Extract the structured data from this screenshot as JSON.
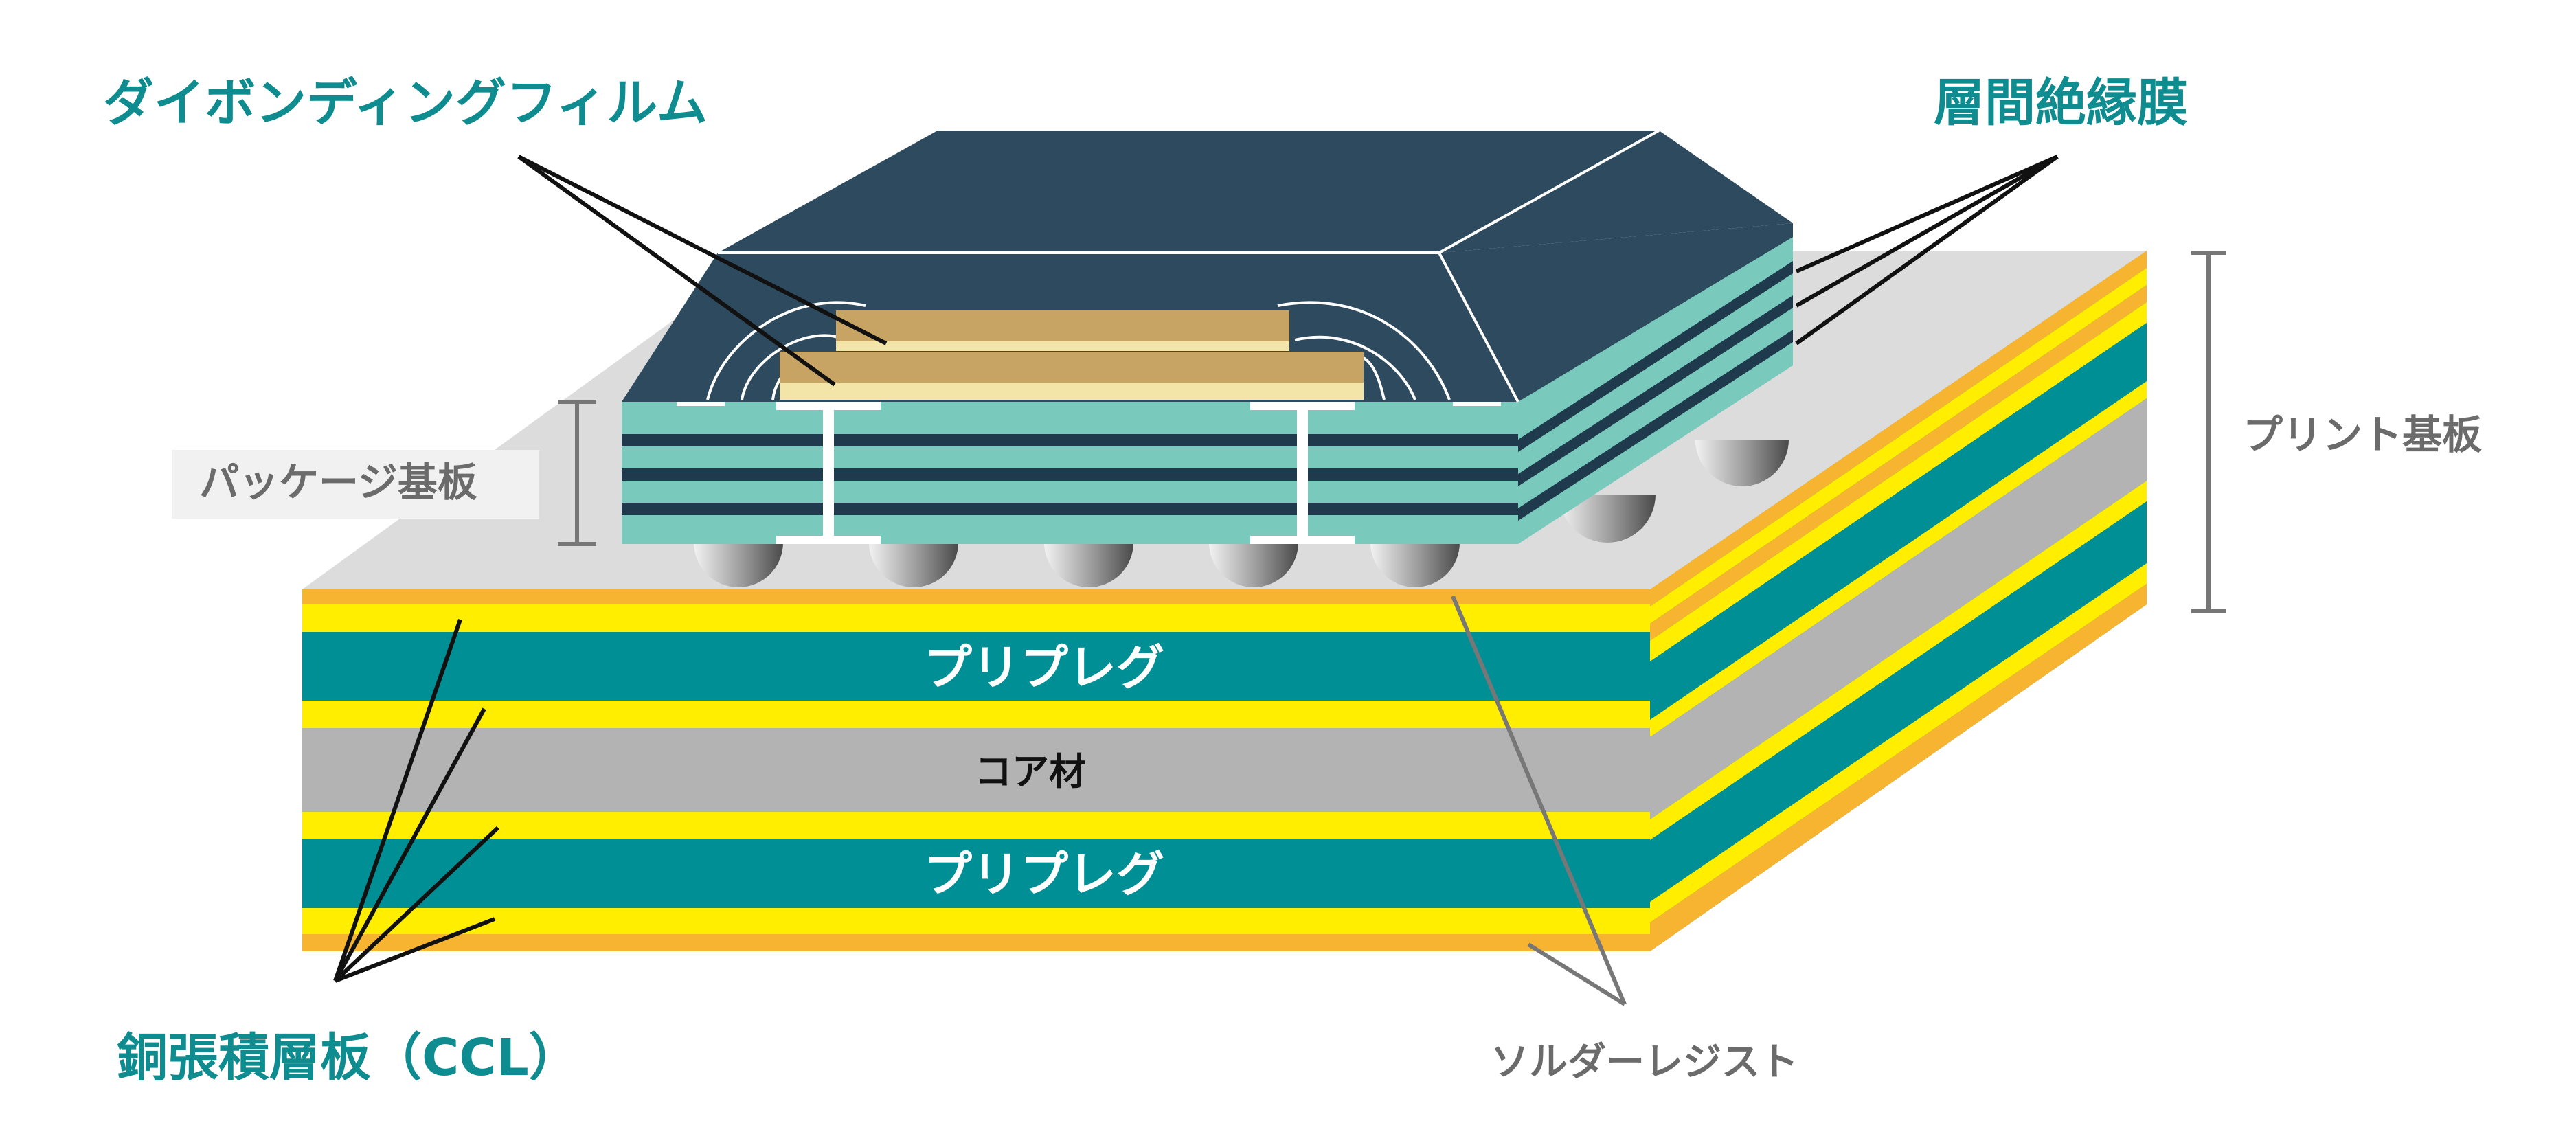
{
  "labels": {
    "die_bonding_film": "ダイボンディングフィルム",
    "interlayer_insulation": "層間絶縁膜",
    "package_substrate": "パッケージ基板",
    "printed_board": "プリント基板",
    "prepreg_top": "プリプレグ",
    "core": "コア材",
    "prepreg_bottom": "プリプレグ",
    "ccl": "銅張積層板（CCL）",
    "solder_resist": "ソルダーレジスト"
  },
  "colors": {
    "teal_label": "#0e8c8f",
    "gray_label": "#6b6b6b",
    "mold": "#2e4a5e",
    "package_mint": "#79c9bd",
    "package_dark": "#1f3a4c",
    "chip": "#c8a464",
    "chip_light": "#f3e4a8",
    "prepreg": "#008f95",
    "core": "#b3b3b3",
    "copper_yellow": "#ffee00",
    "copper_orange": "#f6b431",
    "board_top": "#dcdcdc"
  }
}
